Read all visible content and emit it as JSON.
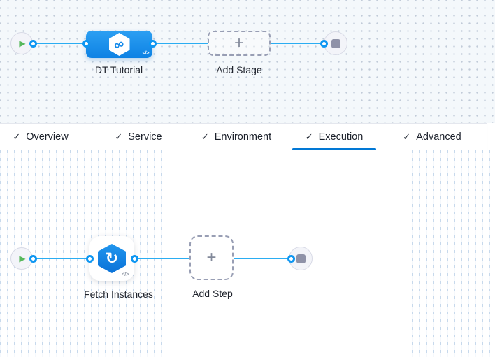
{
  "icons": {
    "play": "▶",
    "plus": "+",
    "check": "✓",
    "code": "</>",
    "infinity": "∞",
    "refresh": "↻"
  },
  "colors": {
    "edge_line": "#2badf2",
    "active_tab_underline": "#0278d5",
    "stage_node_blue": "#1490ec",
    "step_icon_blue": "#0f7fe0",
    "play_green": "#57b85c",
    "stage_canvas_bg": "#f4f8fb"
  },
  "stage_graph": {
    "stage_label": "DT Tutorial",
    "add_stage_label": "Add Stage"
  },
  "tabs": [
    {
      "label": "Overview",
      "checked": true,
      "active": false
    },
    {
      "label": "Service",
      "checked": true,
      "active": false
    },
    {
      "label": "Environment",
      "checked": true,
      "active": false
    },
    {
      "label": "Execution",
      "checked": true,
      "active": true
    },
    {
      "label": "Advanced",
      "checked": true,
      "active": false
    }
  ],
  "step_graph": {
    "step_label": "Fetch Instances",
    "add_step_label": "Add Step"
  }
}
